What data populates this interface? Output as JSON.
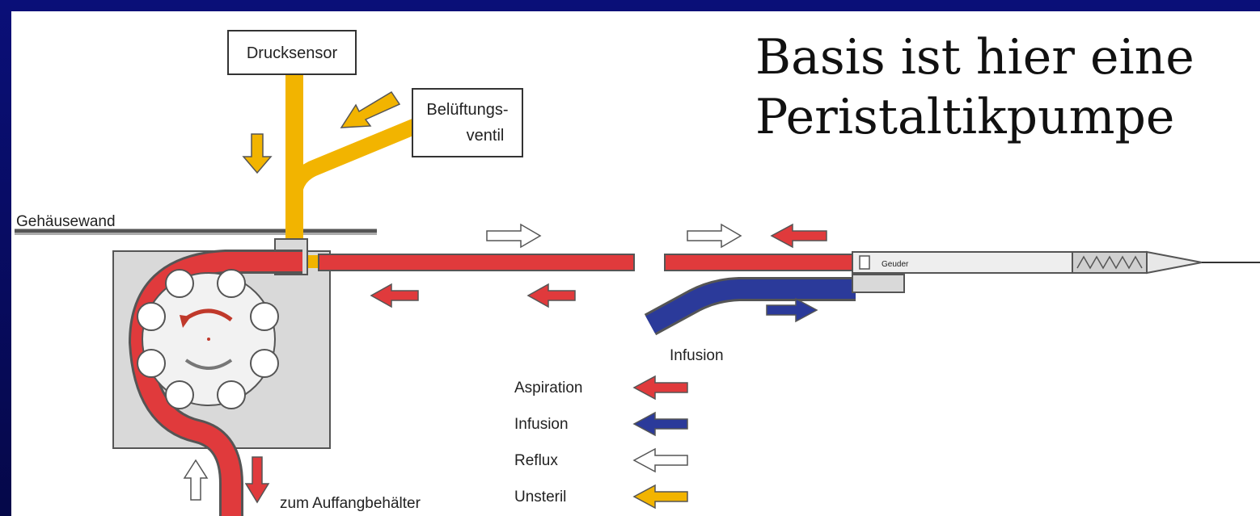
{
  "title": {
    "line1": "Basis ist hier eine",
    "line2": "Peristaltikpumpe"
  },
  "labels": {
    "pressure_sensor": "Drucksensor",
    "vent_valve_line1": "Belüftungs-",
    "vent_valve_line2": "ventil",
    "housing_wall": "Gehäusewand",
    "infusion_inlet": "Infusion",
    "collection_container": "zum Auffangbehälter",
    "instrument_brand": "Geuder"
  },
  "legend": [
    {
      "label": "Aspiration",
      "color": "#e03a3c",
      "arrow": "red-arrow-left"
    },
    {
      "label": "Infusion",
      "color": "#2b3a9a",
      "arrow": "blue-arrow-left"
    },
    {
      "label": "Reflux",
      "color": "#ffffff",
      "arrow": "white-arrow-left"
    },
    {
      "label": "Unsteril",
      "color": "#f2b400",
      "arrow": "yellow-arrow-left"
    }
  ],
  "colors": {
    "aspiration": "#e03a3c",
    "infusion": "#2b3a9a",
    "reflux": "#ffffff",
    "unsterile": "#f2b400",
    "housing": "#d9d9d9",
    "background": "#070a5e"
  }
}
